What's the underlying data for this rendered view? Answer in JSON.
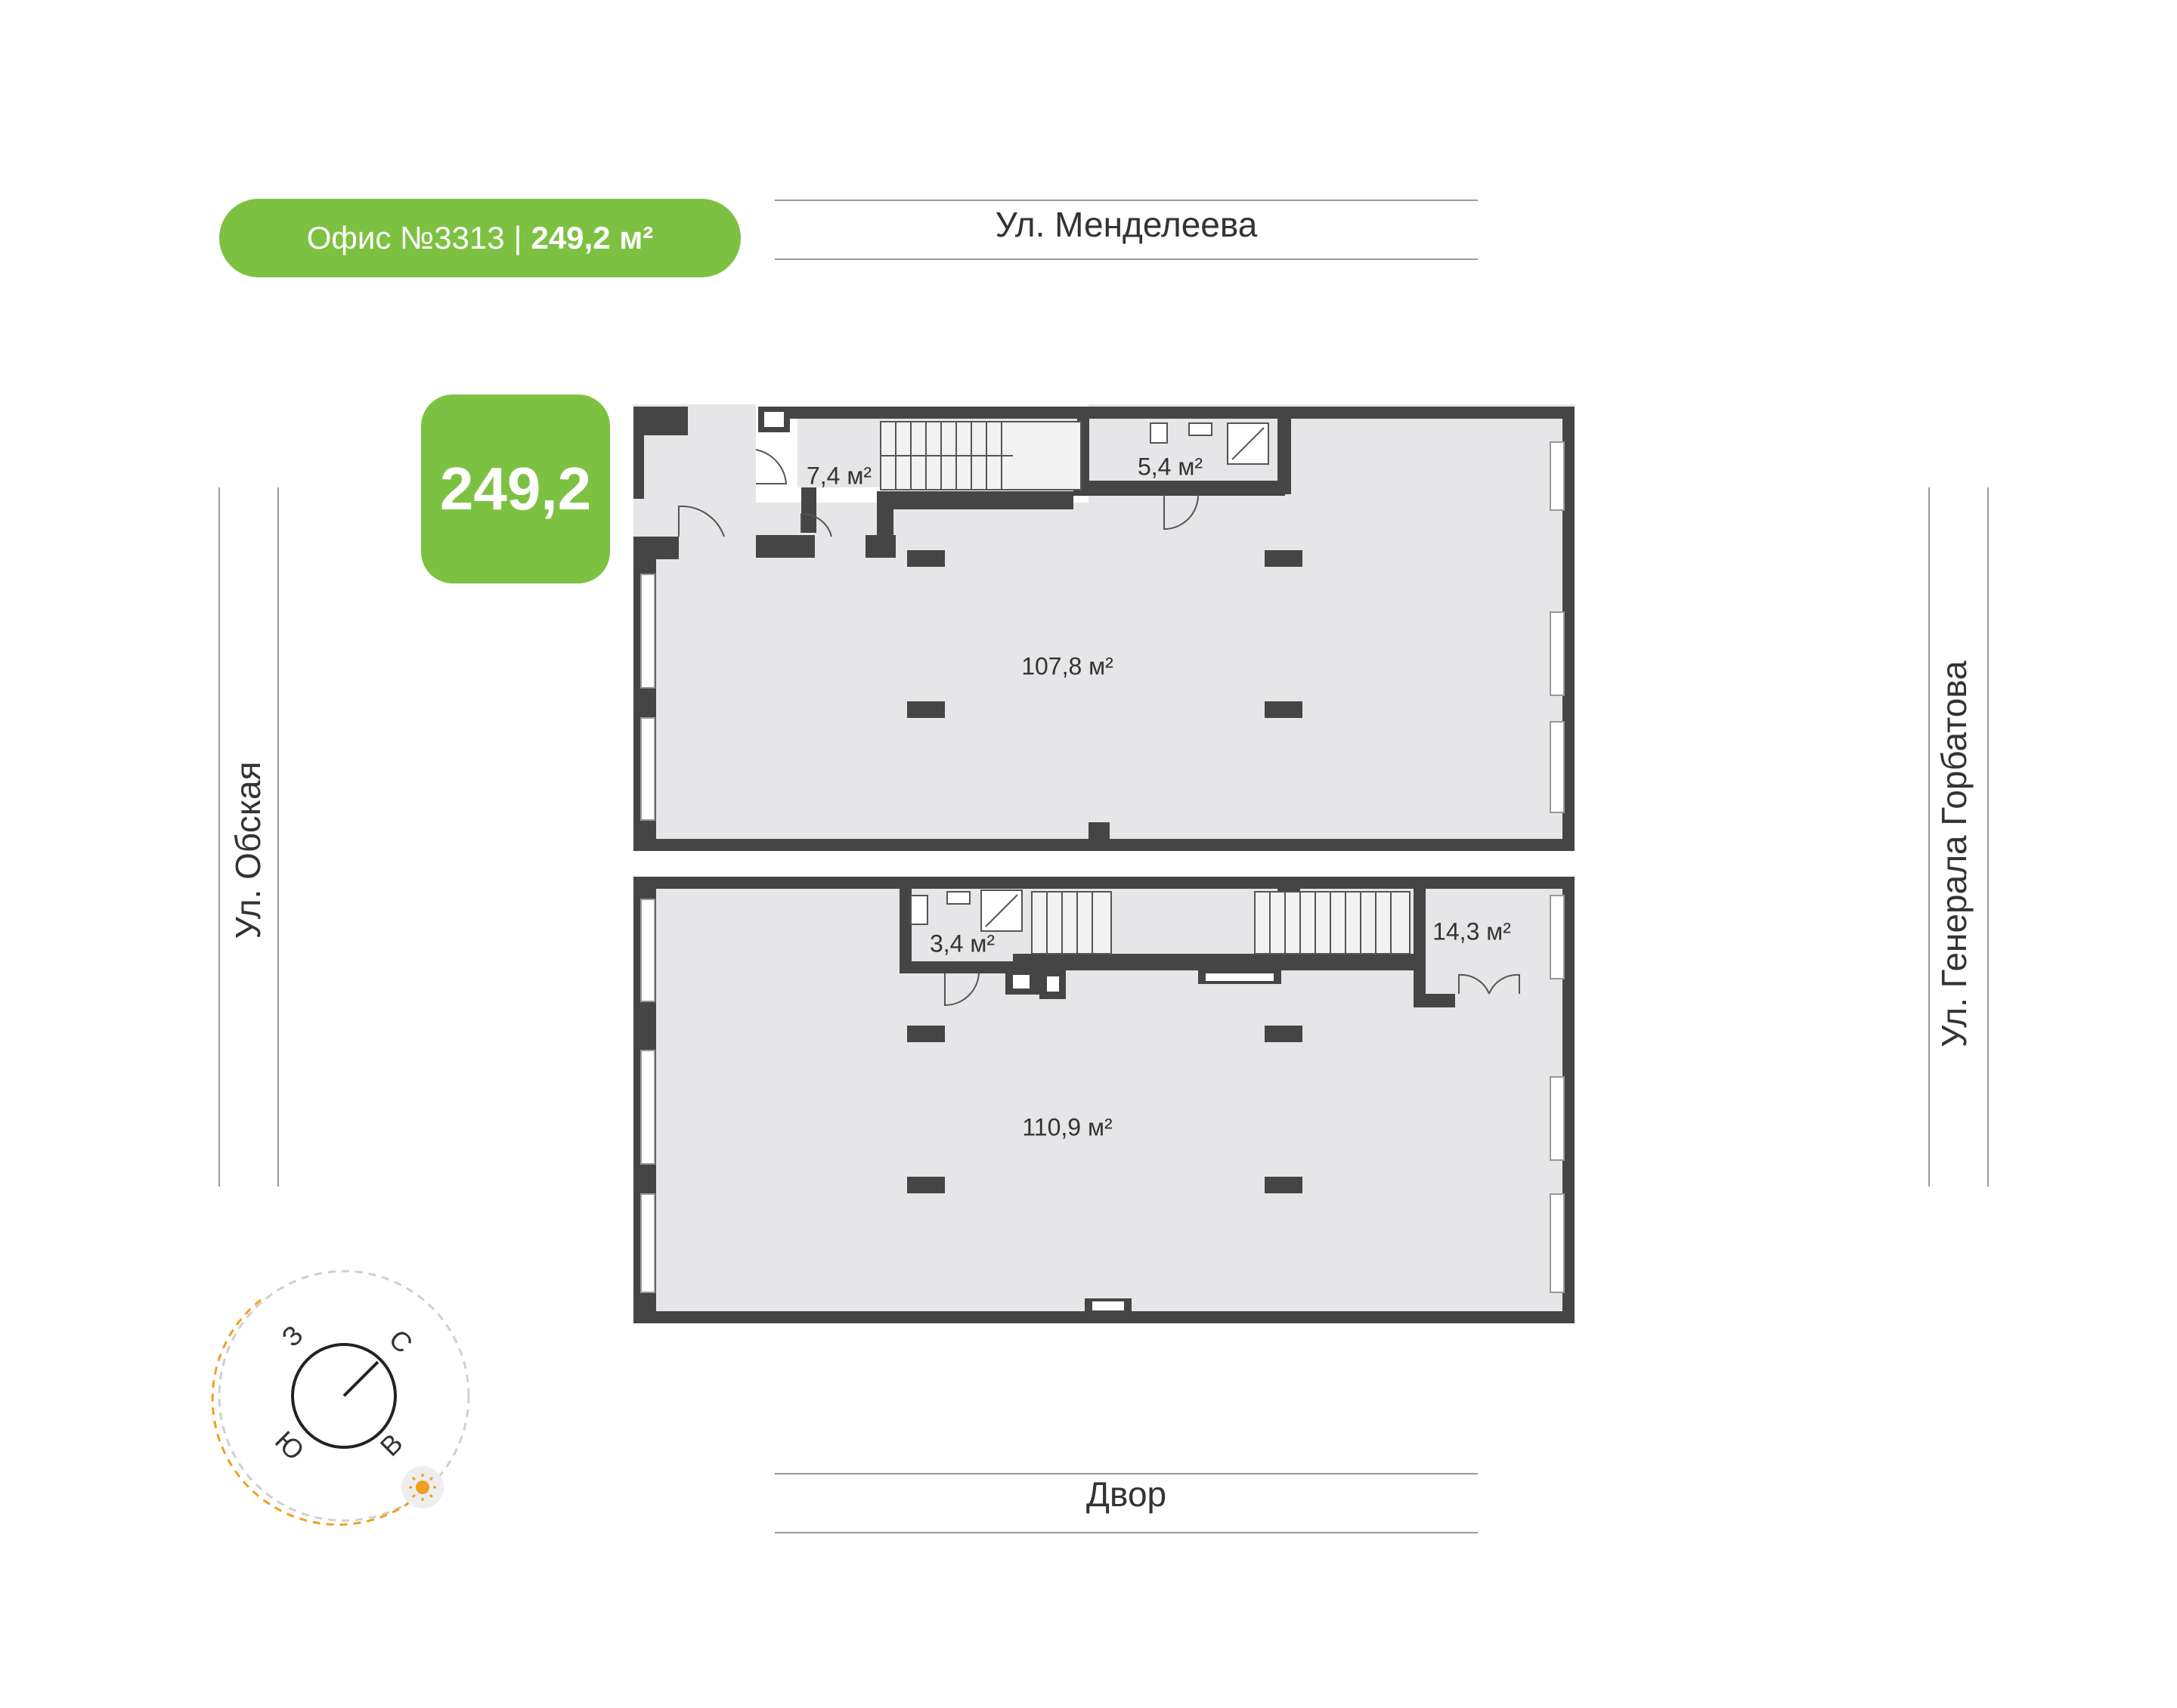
{
  "office": {
    "title": "Офис №3313",
    "separator": "|",
    "area_label": "249,2 м²",
    "total_area": "249,2"
  },
  "streets": {
    "top": "Ул. Менделеева",
    "bottom": "Двор",
    "left": "Ул. Обская",
    "right": "Ул. Генерала Горбатова"
  },
  "upper_floor": {
    "main_hall": "107,8 м²",
    "stair_room": "7,4 м²",
    "bathroom": "5,4 м²"
  },
  "lower_floor": {
    "main_hall": "110,9 м²",
    "bathroom": "3,4 м²",
    "stair_room": "14,3 м²"
  },
  "compass": {
    "north": "С",
    "east": "В",
    "south": "Ю",
    "west": "З"
  },
  "colors": {
    "accent_green": "#7dc142",
    "wall": "#454546",
    "floor": "#e6e6e8",
    "sun_path": "#f0a020"
  }
}
